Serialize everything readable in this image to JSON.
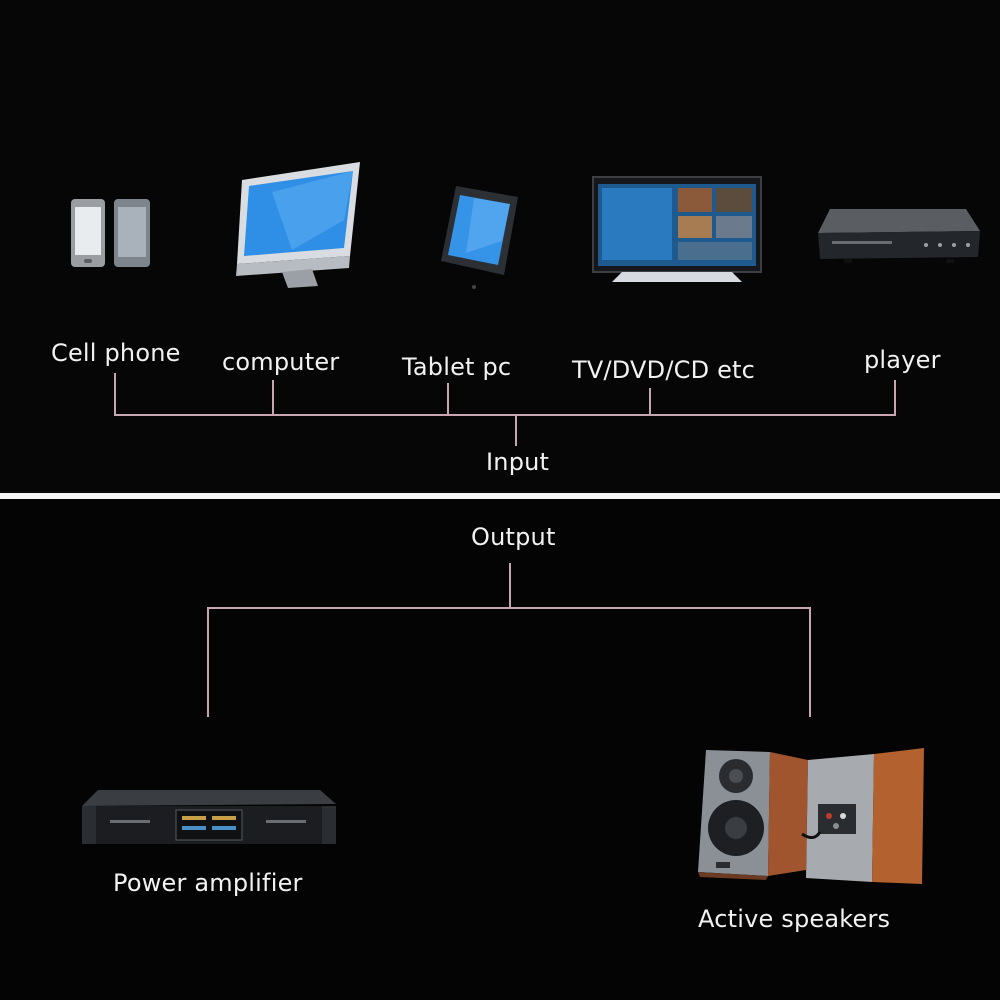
{
  "input": {
    "devices": [
      {
        "id": "cell-phone",
        "label": "Cell phone",
        "icon": "cell-phone-icon"
      },
      {
        "id": "computer",
        "label": "computer",
        "icon": "computer-monitor-icon"
      },
      {
        "id": "tablet",
        "label": "Tablet pc",
        "icon": "tablet-icon"
      },
      {
        "id": "tv",
        "label": "TV/DVD/CD etc",
        "icon": "tv-icon"
      },
      {
        "id": "player",
        "label": "player",
        "icon": "media-player-icon"
      }
    ],
    "hub_label": "Input"
  },
  "output": {
    "hub_label": "Output",
    "devices": [
      {
        "id": "amplifier",
        "label": "Power amplifier",
        "icon": "power-amplifier-icon"
      },
      {
        "id": "speakers",
        "label": "Active speakers",
        "icon": "active-speakers-icon"
      }
    ]
  },
  "colors": {
    "background": "#050505",
    "connector": "#c8a6b0",
    "divider": "#f4f4f4",
    "text": "#f2f2f2",
    "screen": "#2f8fe6"
  }
}
